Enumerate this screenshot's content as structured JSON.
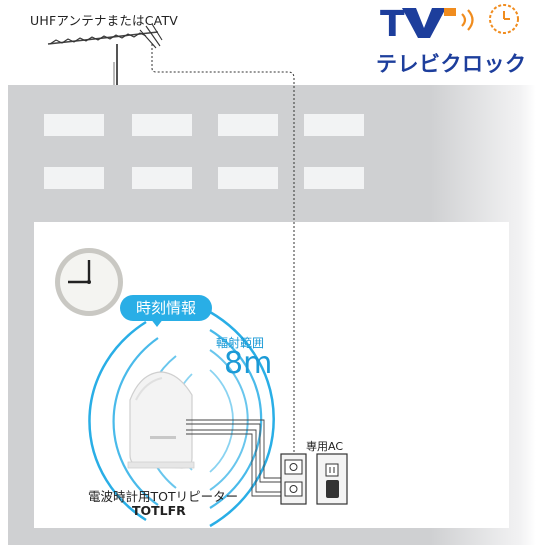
{
  "antenna": {
    "label": "UHFアンテナまたはCATV"
  },
  "logo": {
    "mark": "TV",
    "name": "テレビクロック"
  },
  "bubble": {
    "label": "時刻情報"
  },
  "range": {
    "label": "輻射範囲",
    "value": "8m"
  },
  "outlet": {
    "ac_label": "専用AC"
  },
  "product": {
    "description": "電波時計用TOTリピーター",
    "model": "TOTLFR"
  },
  "colors": {
    "brand": "#1d3e9c",
    "accent": "#29aee6",
    "building": "#cfd0d2",
    "logo_orange": "#f08c1e"
  }
}
